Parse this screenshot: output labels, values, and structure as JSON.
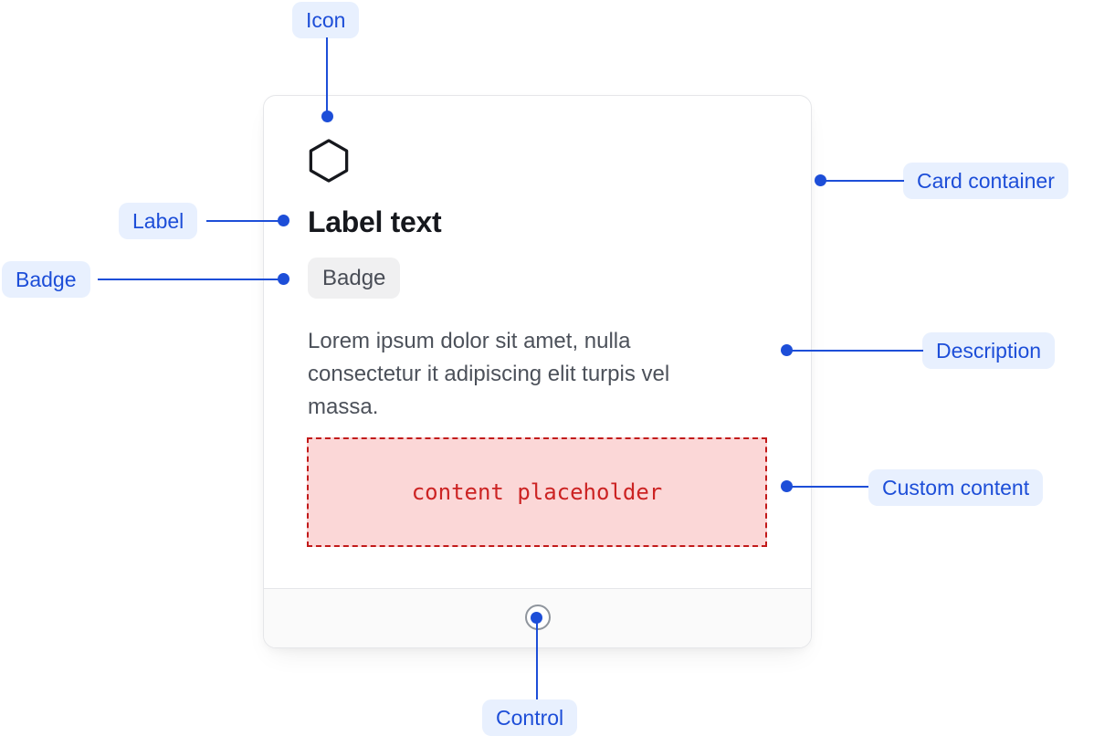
{
  "colors": {
    "accent": "#1d4ed8",
    "annotation_pill_bg": "#e8f0fe",
    "card_border": "#e5e6e9",
    "footer_bg": "#fafafa",
    "badge_bg": "#f0f0f1",
    "placeholder_bg": "#fbd7d7",
    "placeholder_border": "#c21a1a",
    "placeholder_text": "#cc2323"
  },
  "card": {
    "icon": "hexagon",
    "label": "Label text",
    "badge": "Badge",
    "description": "Lorem ipsum dolor sit amet, nulla consectetur it adipiscing elit turpis vel massa.",
    "custom_content_text": "content placeholder"
  },
  "annotations": {
    "icon": "Icon",
    "label": "Label",
    "badge": "Badge",
    "card_container": "Card container",
    "description": "Description",
    "custom_content": "Custom content",
    "control": "Control"
  }
}
